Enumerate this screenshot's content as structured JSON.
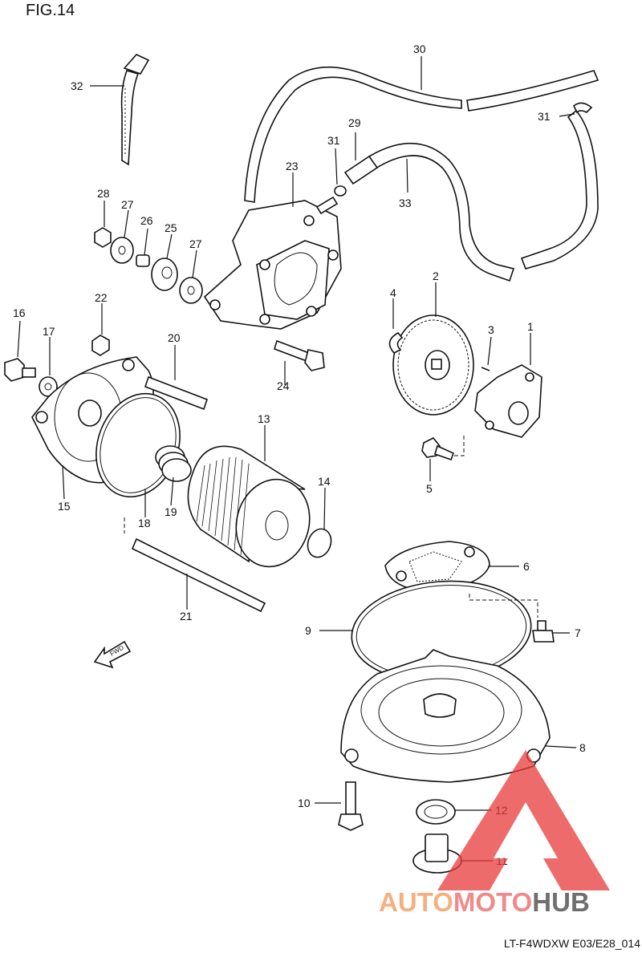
{
  "figure": {
    "title": "FIG.14",
    "code": "LT-F4WDXW E03/E28_014",
    "fwd_label": "FWD"
  },
  "callouts": [
    {
      "id": "c1",
      "label": "1"
    },
    {
      "id": "c2",
      "label": "2"
    },
    {
      "id": "c3",
      "label": "3"
    },
    {
      "id": "c4",
      "label": "4"
    },
    {
      "id": "c5",
      "label": "5"
    },
    {
      "id": "c6",
      "label": "6"
    },
    {
      "id": "c7",
      "label": "7"
    },
    {
      "id": "c8",
      "label": "8"
    },
    {
      "id": "c9",
      "label": "9"
    },
    {
      "id": "c10",
      "label": "10"
    },
    {
      "id": "c11",
      "label": "11"
    },
    {
      "id": "c12",
      "label": "12"
    },
    {
      "id": "c13",
      "label": "13"
    },
    {
      "id": "c14",
      "label": "14"
    },
    {
      "id": "c15",
      "label": "15"
    },
    {
      "id": "c16",
      "label": "16"
    },
    {
      "id": "c17",
      "label": "17"
    },
    {
      "id": "c18",
      "label": "18"
    },
    {
      "id": "c19",
      "label": "19"
    },
    {
      "id": "c20",
      "label": "20"
    },
    {
      "id": "c21",
      "label": "21"
    },
    {
      "id": "c22",
      "label": "22"
    },
    {
      "id": "c23",
      "label": "23"
    },
    {
      "id": "c24",
      "label": "24"
    },
    {
      "id": "c25",
      "label": "25"
    },
    {
      "id": "c26",
      "label": "26"
    },
    {
      "id": "c27a",
      "label": "27"
    },
    {
      "id": "c27b",
      "label": "27"
    },
    {
      "id": "c28",
      "label": "28"
    },
    {
      "id": "c29",
      "label": "29"
    },
    {
      "id": "c30",
      "label": "30"
    },
    {
      "id": "c31a",
      "label": "31"
    },
    {
      "id": "c31b",
      "label": "31"
    },
    {
      "id": "c32",
      "label": "32"
    },
    {
      "id": "c33",
      "label": "33"
    }
  ],
  "watermark": {
    "part1": "AUTO",
    "part2": "MOTO",
    "part3": "HUB",
    "colors": {
      "part1": "#f6b07f",
      "part2": "#f08a8a",
      "part3": "#6f6f6f",
      "triangle": "#e83a3a"
    }
  }
}
